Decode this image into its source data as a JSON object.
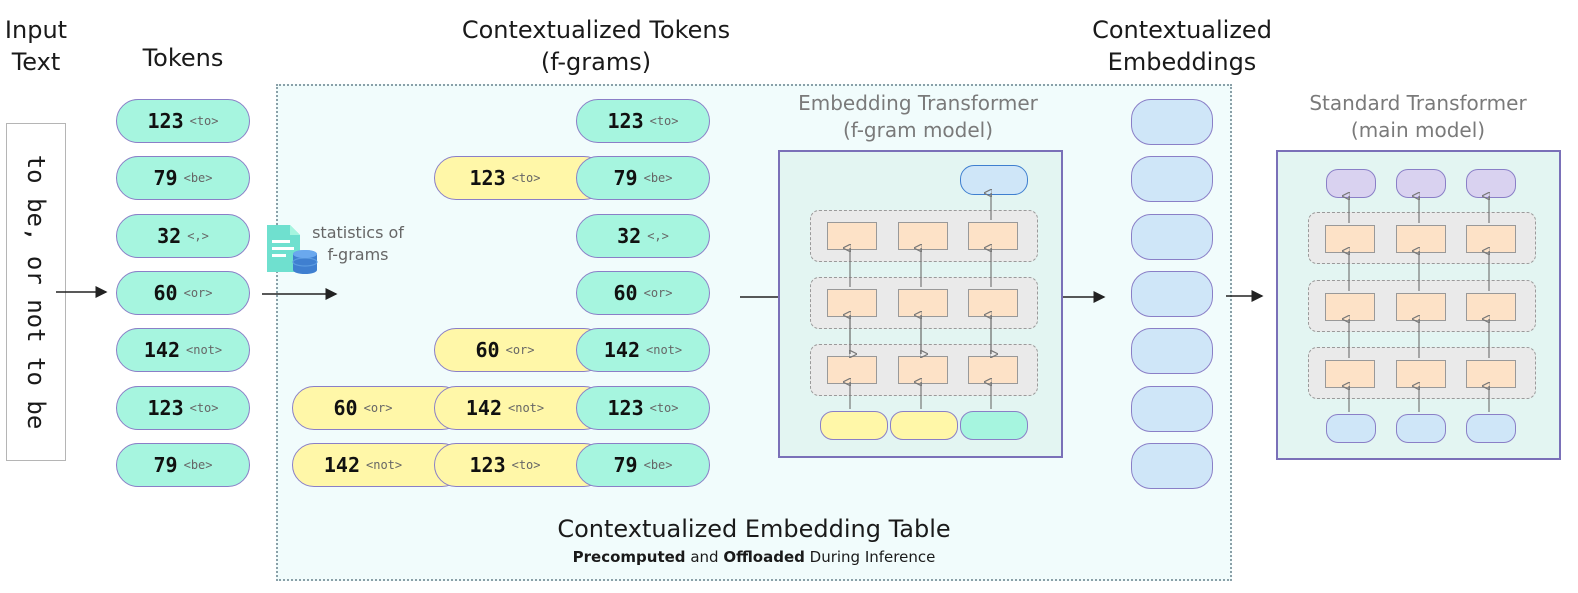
{
  "headings": {
    "input_text": "Input\nText",
    "tokens": "Tokens",
    "contextualized_tokens": "Contextualized Tokens\n(f-grams)",
    "contextualized_embeddings": "Contextualized\nEmbeddings",
    "embedding_transformer": "Embedding Transformer\n(f-gram model)",
    "standard_transformer": "Standard Transformer\n(main model)"
  },
  "input_text": "to be, or not to be",
  "tokens": [
    {
      "id": "123",
      "tok": "<to>"
    },
    {
      "id": "79",
      "tok": "<be>"
    },
    {
      "id": "32",
      "tok": "<,>"
    },
    {
      "id": "60",
      "tok": "<or>"
    },
    {
      "id": "142",
      "tok": "<not>"
    },
    {
      "id": "123",
      "tok": "<to>"
    },
    {
      "id": "79",
      "tok": "<be>"
    }
  ],
  "fgrams": [
    [
      {
        "id": "123",
        "tok": "<to>"
      }
    ],
    [
      {
        "id": "123",
        "tok": "<to>"
      },
      {
        "id": "79",
        "tok": "<be>"
      }
    ],
    [
      {
        "id": "32",
        "tok": "<,>"
      }
    ],
    [
      {
        "id": "60",
        "tok": "<or>"
      }
    ],
    [
      {
        "id": "60",
        "tok": "<or>"
      },
      {
        "id": "142",
        "tok": "<not>"
      }
    ],
    [
      {
        "id": "60",
        "tok": "<or>"
      },
      {
        "id": "142",
        "tok": "<not>"
      },
      {
        "id": "123",
        "tok": "<to>"
      }
    ],
    [
      {
        "id": "142",
        "tok": "<not>"
      },
      {
        "id": "123",
        "tok": "<to>"
      },
      {
        "id": "79",
        "tok": "<be>"
      }
    ]
  ],
  "statistics_label": "statistics of\nf-grams",
  "table": {
    "title": "Contextualized Embedding Table",
    "sub_bold1": "Precomputed",
    "sub_and": " and ",
    "sub_bold2": "Offloaded",
    "sub_rest": " During Inference"
  },
  "colors": {
    "token_green": "#a6f5df",
    "fgram_yellow": "#fff7a8",
    "embedding_blue": "#cfe6f8",
    "output_purple": "#d9d2f0",
    "layer_cell": "#fde2c7",
    "model_border": "#7a70b8"
  },
  "icons": [
    "document-database-icon"
  ]
}
